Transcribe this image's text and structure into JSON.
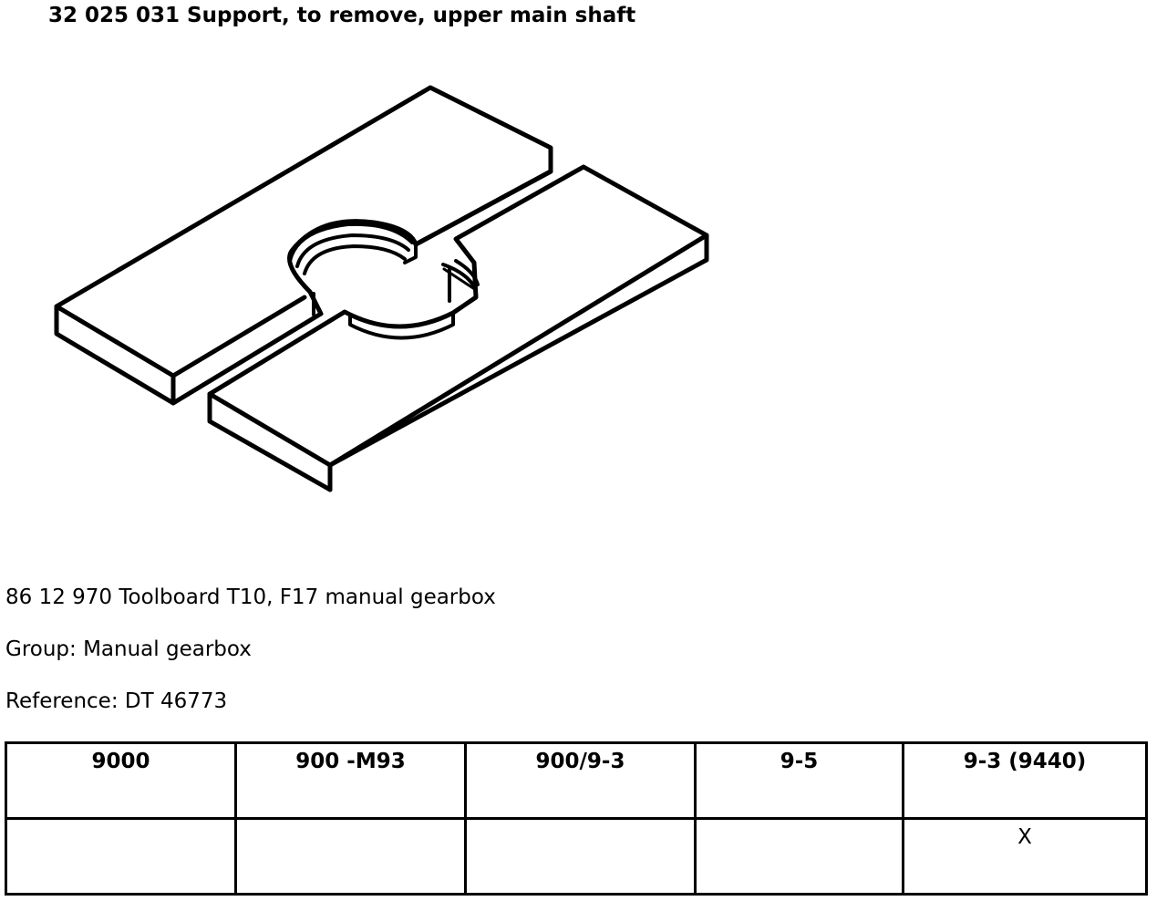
{
  "header": {
    "title": "32 025 031 Support, to remove, upper main shaft"
  },
  "illustration": {
    "icon": "split-support-plates-drawing"
  },
  "details": {
    "toolboard": "86 12 970 Toolboard T10, F17 manual gearbox",
    "group": "Group: Manual gearbox",
    "reference": "Reference: DT 46773"
  },
  "models_table": {
    "headers": [
      "9000",
      "900 -M93",
      "900/9-3",
      "9-5",
      "9-3 (9440)"
    ],
    "row": [
      "",
      "",
      "",
      "",
      "X"
    ]
  }
}
